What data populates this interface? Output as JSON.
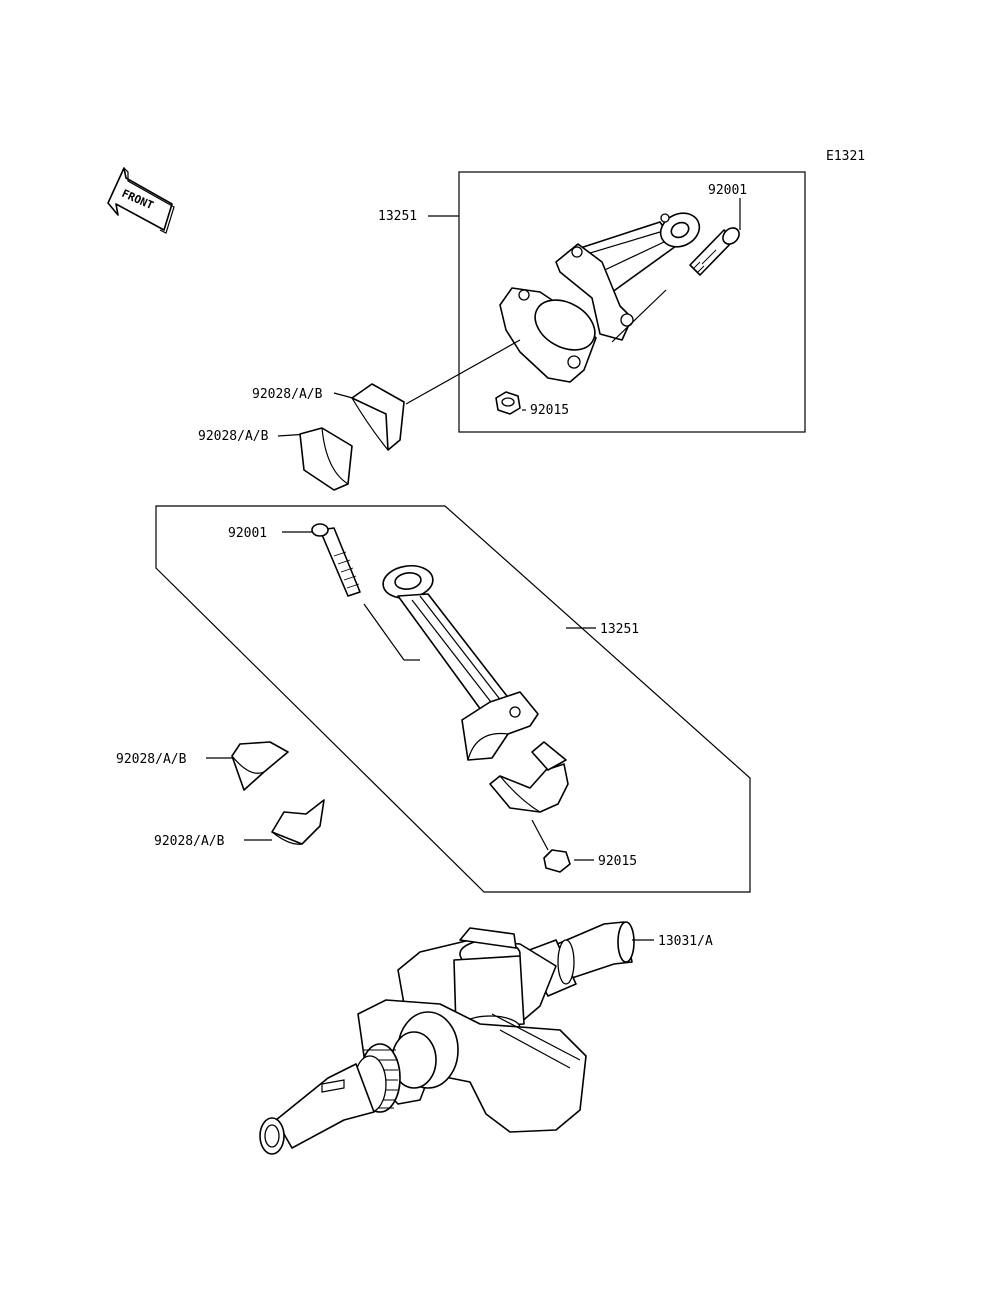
{
  "diagram_code": "E1321",
  "front_label": "FRONT",
  "labels": {
    "rod_upper": "13251",
    "bolt_upper": "92001",
    "nut_upper": "92015",
    "bearing_upper_1": "92028/A/B",
    "bearing_upper_2": "92028/A/B",
    "bolt_lower": "92001",
    "rod_lower": "13251",
    "bearing_lower_1": "92028/A/B",
    "bearing_lower_2": "92028/A/B",
    "nut_lower": "92015",
    "crankshaft": "13031/A"
  }
}
